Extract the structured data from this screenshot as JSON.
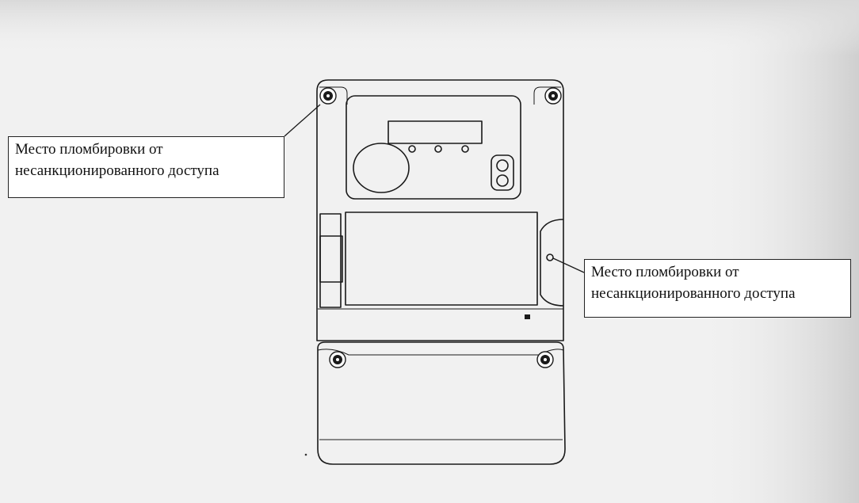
{
  "figure": {
    "callout_left": {
      "line1": "Место пломбировки от",
      "line2": "несанкционированного доступа"
    },
    "callout_right": {
      "line1": "Место пломбировки от",
      "line2": "несанкционированного доступа"
    }
  },
  "colors": {
    "background": "#f1f1f1",
    "scan_shade": "#dcdcdc",
    "line": "#1a1a1a",
    "callout_fill": "#ffffff"
  }
}
